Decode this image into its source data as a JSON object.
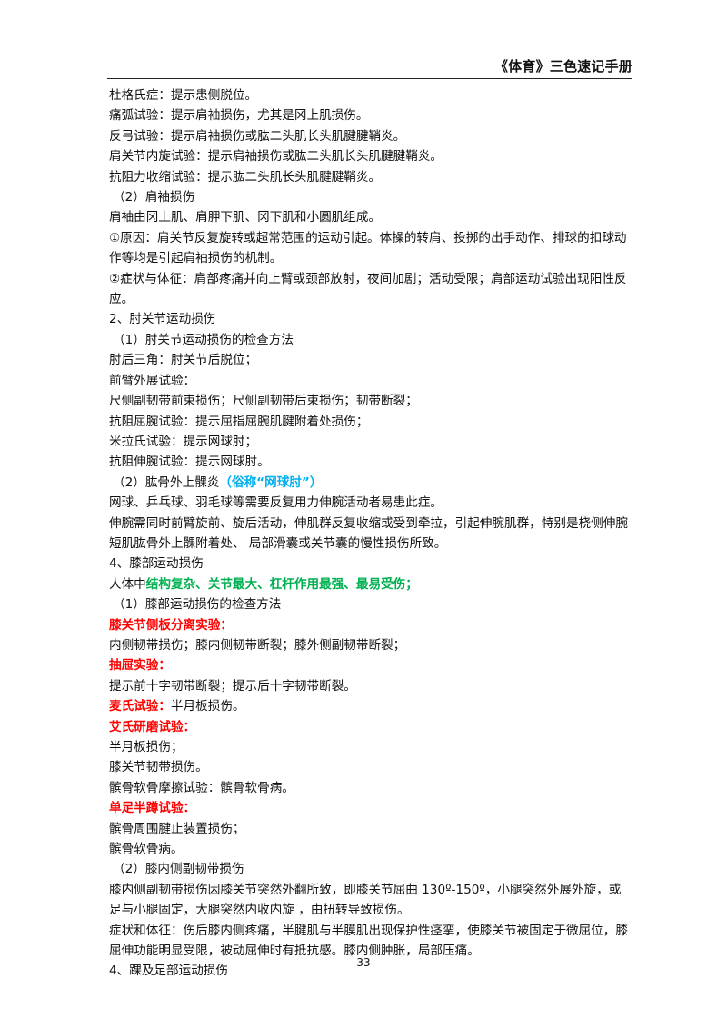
{
  "header": {
    "title": "《体育》三色速记手册"
  },
  "lines": {
    "l1": "杜格氏症：提示患侧脱位。",
    "l2": "痛弧试验：提示肩袖损伤，尤其是冈上肌损伤。",
    "l3": "反弓试验：提示肩袖损伤或肱二头肌长头肌腱腱鞘炎。",
    "l4": "肩关节内旋试验：提示肩袖损伤或肱二头肌长头肌腱腱鞘炎。",
    "l5": "抗阻力收缩试验：提示肱二头肌长头肌腱腱鞘炎。",
    "l6": "（2）肩袖损伤",
    "l7": "肩袖由冈上肌、肩胛下肌、冈下肌和小圆肌组成。",
    "l8": "①原因：肩关节反复旋转或超常范围的运动引起。体操的转肩、投掷的出手动作、排球的扣球动作等均是引起肩袖损伤的机制。",
    "l9": "②症状与体征：肩部疼痛并向上臂或颈部放射，夜间加剧；活动受限；肩部运动试验出现阳性反应。",
    "l10": "2、肘关节运动损伤",
    "l11": "（1）肘关节运动损伤的检查方法",
    "l12": "肘后三角：肘关节后脱位；",
    "l13": "前臂外展试验：",
    "l14": "尺侧副韧带前束损伤；尺侧副韧带后束损伤；韧带断裂；",
    "l15": "抗阻屈腕试验：提示屈指屈腕肌腱附着处损伤；",
    "l16": "米拉氏试验：提示网球肘；",
    "l17": "抗阻伸腕试验：提示网球肘。",
    "l18_a": "（2）肱骨外上髁炎",
    "l18_b": "（俗称“网球肘”）",
    "l19": "网球、乒乓球、羽毛球等需要反复用力伸腕活动者易患此症。",
    "l20": "伸腕需同时前臂旋前、旋后活动，伸肌群反复收缩或受到牵拉，引起伸腕肌群，特别是桡侧伸腕短肌肱骨外上髁附着处、 局部滑囊或关节囊的慢性损伤所致。",
    "l21": "4、膝部运动损伤",
    "l22_a": "人体中",
    "l22_b": "结构复杂、关节最大、杠杆作用最强、最易受伤；",
    "l23": "（1）膝部运动损伤的检查方法",
    "l24": "膝关节侧板分离实验：",
    "l25": "内侧韧带损伤；膝内侧韧带断裂；膝外侧副韧带断裂；",
    "l26": "抽屉实验：",
    "l27": "提示前十字韧带断裂；提示后十字韧带断裂。",
    "l28_a": "麦氏试验：",
    "l28_b": "半月板损伤。",
    "l29": "艾氏研磨试验：",
    "l30": "半月板损伤；",
    "l31": "膝关节韧带损伤。",
    "l32": "髌骨软骨摩擦试验：髌骨软骨病。",
    "l33": "单足半蹲试验：",
    "l34": "髌骨周围腱止装置损伤；",
    "l35": "髌骨软骨病。",
    "l36": "（2）膝内侧副韧带损伤",
    "l37": "膝内侧副韧带损伤因膝关节突然外翻所致，即膝关节屈曲 130º-150º，小腿突然外展外旋，或足与小腿固定，大腿突然内收内旋 ，由扭转导致损伤。",
    "l38": "症状和体征：伤后膝内侧疼痛，半腱肌与半膜肌出现保护性痉挛，使膝关节被固定于微屈位，膝屈伸功能明显受限，被动屈伸时有抵抗感。膝内侧肿胀，局部压痛。",
    "l39": "4、踝及足部运动损伤"
  },
  "footer": {
    "page_number": "33"
  },
  "colors": {
    "red": "#ff0000",
    "green": "#00b050",
    "blue": "#00b0f0"
  }
}
